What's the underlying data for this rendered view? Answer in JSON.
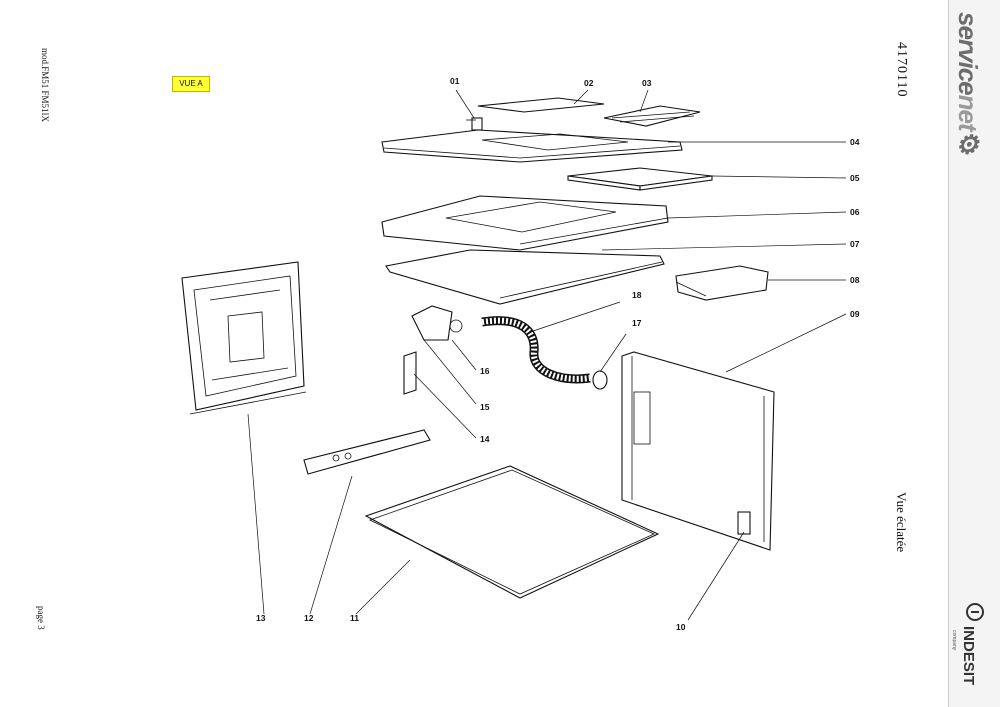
{
  "header": {
    "model": "mod.FM51 FM51IX",
    "page": "page 3",
    "doc_number": "4170110",
    "view_title": "Vue éclatée",
    "view_tag": "VUE A"
  },
  "brand": {
    "service_part1": "service",
    "service_part2": "net",
    "indesit": "INDESIT",
    "indesit_sub": "company"
  },
  "parts": {
    "p01": "01",
    "p02": "02",
    "p03": "03",
    "p04": "04",
    "p05": "05",
    "p06": "06",
    "p07": "07",
    "p08": "08",
    "p09": "09",
    "p10": "10",
    "p11": "11",
    "p12": "12",
    "p13": "13",
    "p14": "14",
    "p15": "15",
    "p16": "16",
    "p17": "17",
    "p18": "18"
  },
  "colors": {
    "tag_bg": "#ffff33",
    "logo_gray": "#6d6d6d"
  }
}
